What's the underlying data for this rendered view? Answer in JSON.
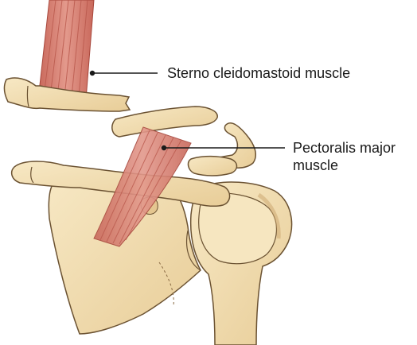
{
  "labels": {
    "sternocleidomastoid": "Sterno cleidomastoid muscle",
    "pectoralis_line1": "Pectoralis major",
    "pectoralis_line2": "muscle"
  },
  "colors": {
    "bone_fill": "#f3dfb4",
    "bone_shade": "#e4c690",
    "bone_outline": "#6b5232",
    "muscle_fill": "#d98577",
    "muscle_fiber": "#b8574b",
    "leader_line": "#1a1a1a"
  }
}
